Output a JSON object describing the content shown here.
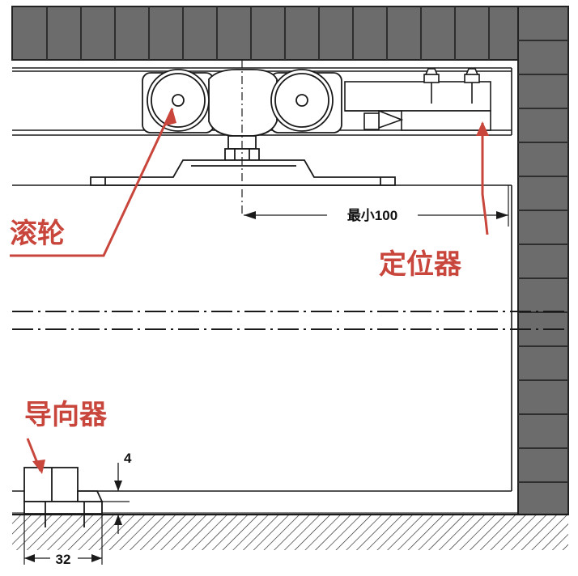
{
  "labels": {
    "roller": "滚轮",
    "positioner": "定位器",
    "guide": "导向器"
  },
  "dimensions": {
    "min_distance": "最小100",
    "gap": "4",
    "guide_width": "32"
  },
  "colors": {
    "annotation": "#c8463c",
    "ceiling_tile": "#6c6c6c",
    "tile_grid": "#2e2e2e",
    "line": "#1a1a1a"
  }
}
